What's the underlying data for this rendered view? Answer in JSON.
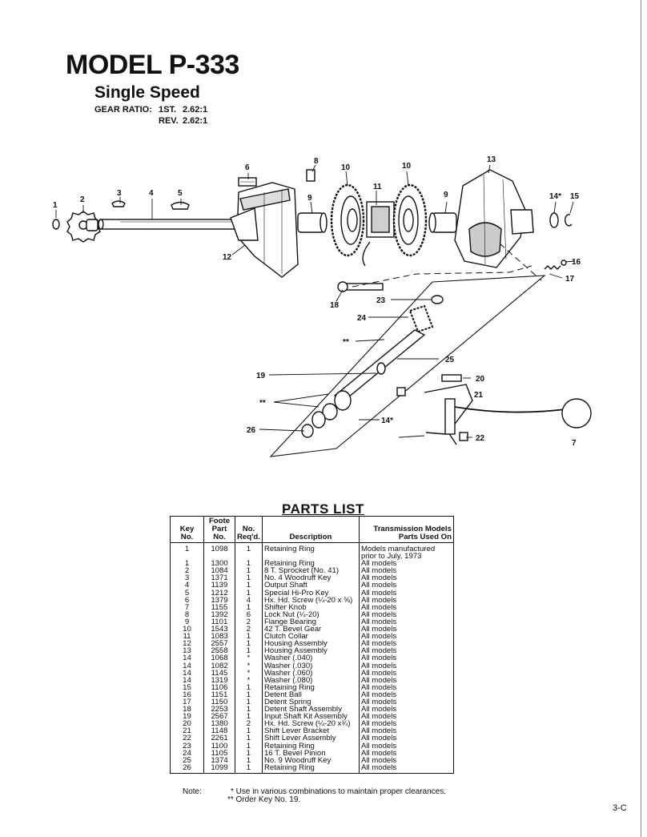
{
  "title": "MODEL P-333",
  "subtitle": "Single Speed",
  "gear_ratio": {
    "label": "GEAR RATIO:",
    "rows": [
      {
        "name": "1ST.",
        "value": "2.62:1"
      },
      {
        "name": "REV.",
        "value": "2.62:1"
      }
    ]
  },
  "diagram": {
    "callouts": [
      "1",
      "2",
      "3",
      "4",
      "5",
      "6",
      "8",
      "10",
      "10",
      "11",
      "13",
      "9",
      "9",
      "14*",
      "15",
      "12",
      "16",
      "17",
      "18",
      "23",
      "24",
      "**",
      "25",
      "19",
      "20",
      "**",
      "21",
      "14*",
      "26",
      "22",
      "7"
    ]
  },
  "parts_list": {
    "title": "PARTS LIST",
    "headers": {
      "key": [
        "Key",
        "No."
      ],
      "part": [
        "Foote",
        "Part No."
      ],
      "req": [
        "No.",
        "Req'd."
      ],
      "desc": "Description",
      "models": [
        "Transmission Models",
        "Parts Used On"
      ]
    },
    "rows": [
      {
        "key": "1",
        "part": "1098",
        "req": "1",
        "desc": "Retaining Ring",
        "models": "Models manufactured prior to July, 1973"
      },
      {
        "key": "1",
        "part": "1300",
        "req": "1",
        "desc": "Retaining Ring",
        "models": "All models"
      },
      {
        "key": "2",
        "part": "1084",
        "req": "1",
        "desc": "8 T. Sprocket (No. 41)",
        "models": "All models"
      },
      {
        "key": "3",
        "part": "1371",
        "req": "1",
        "desc": "No. 4 Woodruff Key",
        "models": "All models"
      },
      {
        "key": "4",
        "part": "1139",
        "req": "1",
        "desc": "Output Shaft",
        "models": "All models"
      },
      {
        "key": "5",
        "part": "1212",
        "req": "1",
        "desc": "Special Hi-Pro Key",
        "models": "All models"
      },
      {
        "key": "6",
        "part": "1379",
        "req": "4",
        "desc": "Hx. Hd. Screw (¼-20 x ⅝)",
        "models": "All models"
      },
      {
        "key": "7",
        "part": "1155",
        "req": "1",
        "desc": "Shifter Knob",
        "models": "All models"
      },
      {
        "key": "8",
        "part": "1392",
        "req": "6",
        "desc": "Lock Nut (¼-20)",
        "models": "All models"
      },
      {
        "key": "9",
        "part": "1101",
        "req": "2",
        "desc": "Flange Bearing",
        "models": "All models"
      },
      {
        "key": "10",
        "part": "1543",
        "req": "2",
        "desc": "42 T. Bevel Gear",
        "models": "All models"
      },
      {
        "key": "11",
        "part": "1083",
        "req": "1",
        "desc": "Clutch Collar",
        "models": "All models"
      },
      {
        "key": "12",
        "part": "2557",
        "req": "1",
        "desc": "Housing Assembly",
        "models": "All models"
      },
      {
        "key": "13",
        "part": "2558",
        "req": "1",
        "desc": "Housing Assembly",
        "models": "All models"
      },
      {
        "key": "14",
        "part": "1068",
        "req": "*",
        "desc": "Washer (.040)",
        "models": "All models"
      },
      {
        "key": "14",
        "part": "1082",
        "req": "*",
        "desc": "Washer (.030)",
        "models": "All models"
      },
      {
        "key": "14",
        "part": "1145",
        "req": "*",
        "desc": "Washer (.060)",
        "models": "All models"
      },
      {
        "key": "14",
        "part": "1319",
        "req": "*",
        "desc": "Washer (.080)",
        "models": "All models"
      },
      {
        "key": "15",
        "part": "1106",
        "req": "1",
        "desc": "Retaining Ring",
        "models": "All models"
      },
      {
        "key": "16",
        "part": "1151",
        "req": "1",
        "desc": "Detent Ball",
        "models": "All models"
      },
      {
        "key": "17",
        "part": "1150",
        "req": "1",
        "desc": "Detent Spring",
        "models": "All models"
      },
      {
        "key": "18",
        "part": "2253",
        "req": "1",
        "desc": "Detent Shaft Assembly",
        "models": "All models"
      },
      {
        "key": "19",
        "part": "2567",
        "req": "1",
        "desc": "Input Shaft Kit Assembly",
        "models": "All models"
      },
      {
        "key": "20",
        "part": "1380",
        "req": "2",
        "desc": "Hx. Hd. Screw (¼-20 x¾)",
        "models": "All models"
      },
      {
        "key": "21",
        "part": "1148",
        "req": "1",
        "desc": "Shift Lever Bracket",
        "models": "All models"
      },
      {
        "key": "22",
        "part": "2261",
        "req": "1",
        "desc": "Shift Lever Assembly",
        "models": "All models"
      },
      {
        "key": "23",
        "part": "1100",
        "req": "1",
        "desc": "Retaining Ring",
        "models": "All models"
      },
      {
        "key": "24",
        "part": "1105",
        "req": "1",
        "desc": "16 T. Bevel Pinion",
        "models": "All models"
      },
      {
        "key": "25",
        "part": "1374",
        "req": "1",
        "desc": "No. 9 Woodruff Key",
        "models": "All models"
      },
      {
        "key": "26",
        "part": "1099",
        "req": "1",
        "desc": "Retaining Ring",
        "models": "All models"
      }
    ]
  },
  "notes": {
    "label": "Note:",
    "lines": [
      "* Use in various combinations to maintain proper clearances.",
      "** Order Key No. 19."
    ]
  },
  "page_number": "3-C"
}
